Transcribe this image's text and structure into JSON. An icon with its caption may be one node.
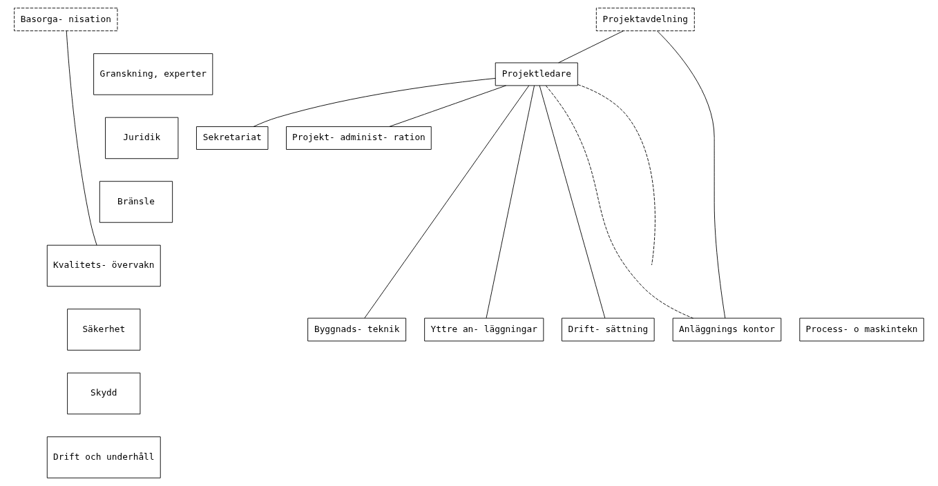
{
  "diagram": {
    "nodes": [
      {
        "text": [
          "Basorga- nisation"
        ]
      },
      {
        "text": [
          "Projektavdelning"
        ]
      },
      {
        "text": [
          "Projektledare"
        ]
      },
      {
        "text": [
          "Granskning, experter"
        ]
      },
      {
        "text": [
          "Juridik"
        ]
      },
      {
        "text": [
          "Bränsle"
        ]
      },
      {
        "text": [
          "Kvalitets- övervakn"
        ]
      },
      {
        "text": [
          "Säkerhet"
        ]
      },
      {
        "text": [
          "Skydd"
        ]
      },
      {
        "text": [
          "Drift och underhåll"
        ]
      },
      {
        "text": [
          "Sekretariat"
        ]
      },
      {
        "text": [
          "Projekt- administ- ration"
        ]
      },
      {
        "text": [
          "Process- o maskintekn"
        ]
      },
      {
        "text": [
          "Byggnads- teknik"
        ]
      },
      {
        "text": [
          "Yttre an- läggningar"
        ]
      },
      {
        "text": [
          "Drift- sättning"
        ]
      },
      {
        "text": [
          "Anläggnings kontor"
        ]
      }
    ],
    "edges": [
      {
        "from": 0,
        "to": 6,
        "arrow": "none"
      },
      {
        "from": 1,
        "to": 2,
        "arrow": "none"
      },
      {
        "from": 1,
        "to": 16,
        "arrow": "none"
      },
      {
        "from": 2,
        "to": 10,
        "arrow": "none"
      },
      {
        "from": 2,
        "to": 11,
        "arrow": "none"
      },
      {
        "from": 2,
        "to": 13,
        "arrow": "none"
      },
      {
        "from": 2,
        "to": null,
        "arrow": "none",
        "style": "dashed"
      },
      {
        "from": 2,
        "to": 14,
        "arrow": "none"
      },
      {
        "from": 2,
        "to": 15,
        "arrow": "none"
      },
      {
        "from": 2,
        "to": 16,
        "arrow": "none",
        "style": "dashed"
      }
    ]
  }
}
